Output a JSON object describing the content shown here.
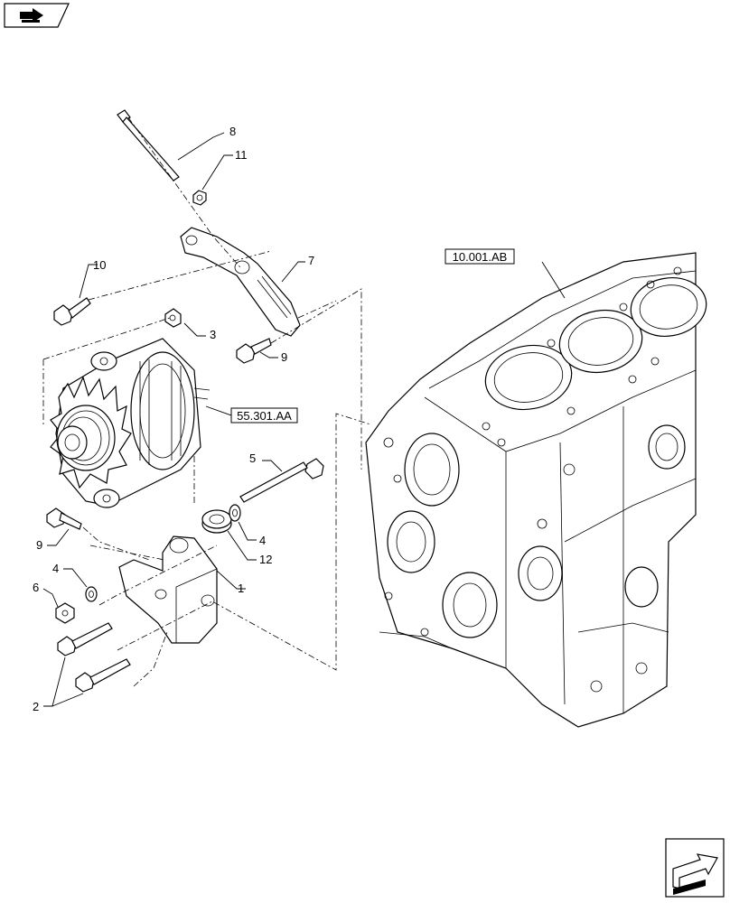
{
  "references": {
    "engine_block": "10.001.AB",
    "alternator": "55.301.AA"
  },
  "callouts": {
    "c1": "1",
    "c2": "2",
    "c3": "3",
    "c4a": "4",
    "c4b": "4",
    "c5": "5",
    "c6": "6",
    "c7": "7",
    "c8": "8",
    "c9a": "9",
    "c9b": "9",
    "c10": "10",
    "c11": "11",
    "c12": "12"
  },
  "icons": {
    "top_left": "page-link-arrow-icon",
    "bottom_right": "next-page-arrow-icon"
  }
}
